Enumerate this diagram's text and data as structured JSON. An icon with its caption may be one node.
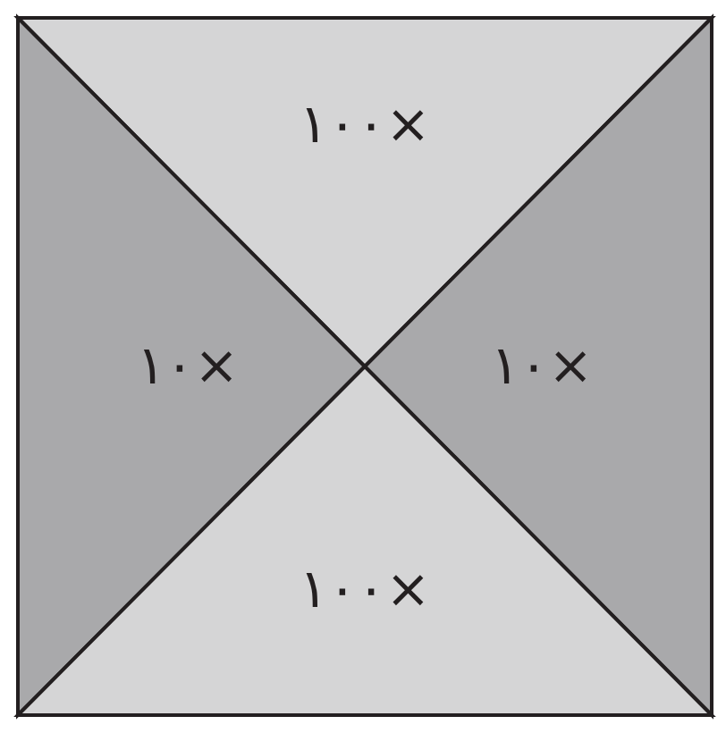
{
  "diagram": {
    "nodes": [
      {
        "text": [
          "۱۰۰×"
        ]
      },
      {
        "text": [
          "۱۰×"
        ]
      },
      {
        "text": [
          "۱۰×"
        ]
      },
      {
        "text": [
          "۱۰۰×"
        ]
      }
    ]
  }
}
